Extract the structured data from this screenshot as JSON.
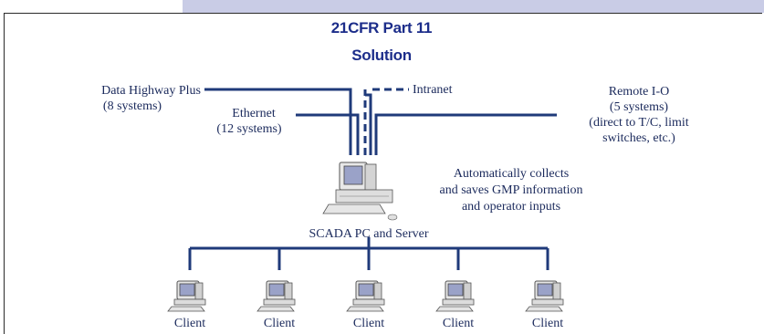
{
  "title": {
    "line1": "21CFR Part 11",
    "line2": "Solution"
  },
  "networks": {
    "data_highway": {
      "name": "Data Highway Plus",
      "count": "(8 systems)"
    },
    "ethernet": {
      "name": "Ethernet",
      "count": "(12 systems)"
    },
    "intranet": {
      "name": "Intranet"
    },
    "remote_io": {
      "name": "Remote I-O",
      "count": "(5 systems)",
      "detail1": "(direct to T/C, limit",
      "detail2": "switches, etc.)"
    }
  },
  "server": {
    "label": "SCADA PC and Server",
    "note1": "Automatically collects",
    "note2": "and saves GMP information",
    "note3": "and operator inputs"
  },
  "clients": [
    {
      "label": "Client"
    },
    {
      "label": "Client"
    },
    {
      "label": "Client"
    },
    {
      "label": "Client"
    },
    {
      "label": "Client"
    }
  ],
  "colors": {
    "line": "#1f3a7a",
    "title": "#1c2d8a",
    "band": "#c9cce6"
  }
}
